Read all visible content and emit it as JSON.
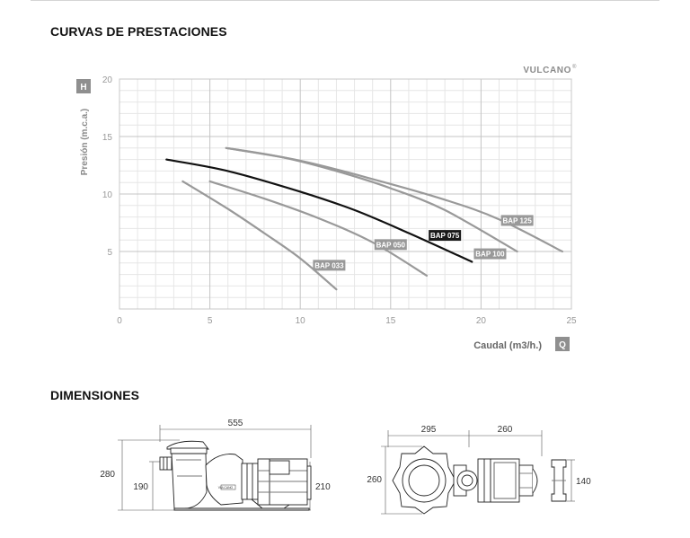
{
  "sections": {
    "performance_title": "CURVAS DE PRESTACIONES",
    "dimensions_title": "DIMENSIONES"
  },
  "brand": "VULCANO",
  "brand_mark": "®",
  "axis_badges": {
    "y": "H",
    "x": "Q"
  },
  "chart_data": {
    "type": "line",
    "title": "",
    "xlabel": "Caudal (m3/h.)",
    "ylabel": "Presión (m.c.a.)",
    "xlim": [
      0,
      25
    ],
    "ylim": [
      0,
      20
    ],
    "xticks": [
      0,
      5,
      10,
      15,
      20,
      25
    ],
    "yticks": [
      5,
      10,
      15,
      20
    ],
    "grid": true,
    "series": [
      {
        "name": "BAP 033",
        "color": "#999999",
        "x": [
          3.5,
          6,
          8,
          10,
          12
        ],
        "y": [
          11.1,
          8.7,
          6.6,
          4.4,
          1.7
        ]
      },
      {
        "name": "BAP 050",
        "color": "#999999",
        "x": [
          5,
          8,
          11,
          14,
          17
        ],
        "y": [
          11.1,
          9.6,
          7.9,
          5.8,
          2.9
        ]
      },
      {
        "name": "BAP 075",
        "color": "#111111",
        "x": [
          2.6,
          6,
          10,
          13,
          16,
          19.5
        ],
        "y": [
          13.0,
          12.0,
          10.2,
          8.6,
          6.6,
          4.1
        ]
      },
      {
        "name": "BAP 100",
        "color": "#999999",
        "x": [
          5.9,
          9,
          12,
          15,
          18,
          22
        ],
        "y": [
          14.0,
          13.2,
          12.0,
          10.5,
          8.6,
          5.0
        ]
      },
      {
        "name": "BAP 125",
        "color": "#999999",
        "x": [
          5.9,
          10,
          14,
          18,
          21,
          24.5
        ],
        "y": [
          14.0,
          12.9,
          11.3,
          9.5,
          7.8,
          5.0
        ]
      }
    ],
    "labels": [
      {
        "text": "BAP 033",
        "x": 11.6,
        "y": 3.8,
        "dark": false
      },
      {
        "text": "BAP 050",
        "x": 15.0,
        "y": 5.6,
        "dark": false
      },
      {
        "text": "BAP 075",
        "x": 18.0,
        "y": 6.4,
        "dark": true
      },
      {
        "text": "BAP 100",
        "x": 20.5,
        "y": 4.8,
        "dark": false
      },
      {
        "text": "BAP 125",
        "x": 22.0,
        "y": 7.7,
        "dark": false
      }
    ]
  },
  "dimensions": {
    "side": {
      "length": "555",
      "height": "280",
      "inlet_height": "190",
      "motor_height": "210"
    },
    "top": {
      "pump_length": "295",
      "motor_length": "260",
      "width": "260"
    },
    "end": {
      "width": "140"
    },
    "motor_badge": "VULCANO"
  }
}
